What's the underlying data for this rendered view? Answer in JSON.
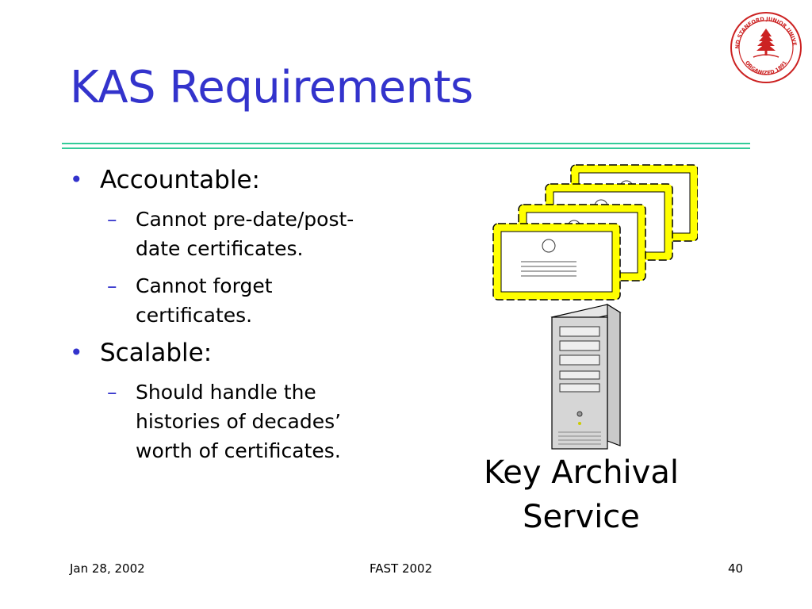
{
  "slide": {
    "title": "KAS Requirements",
    "bullets": [
      {
        "text": "Accountable:",
        "sub": [
          "Cannot pre-date/post-date certificates.",
          "Cannot forget certificates."
        ]
      },
      {
        "text": "Scalable:",
        "sub": [
          "Should handle the histories of decades’ worth of certificates."
        ]
      }
    ],
    "diagram_caption": "Key Archival Service"
  },
  "footer": {
    "date": "Jan 28, 2002",
    "conference": "FAST 2002",
    "page": "40"
  },
  "logo": {
    "text_top": "LELAND STANFORD JUNIOR UNIVERSITY",
    "text_bottom": "ORGANIZED 1891"
  },
  "colors": {
    "title": "#3333cc",
    "rule": "#33cc99",
    "certificate": "#ffff00",
    "seal": "#cc2222"
  },
  "icons": [
    "certificate-icon",
    "server-tower-icon",
    "university-seal-icon"
  ]
}
